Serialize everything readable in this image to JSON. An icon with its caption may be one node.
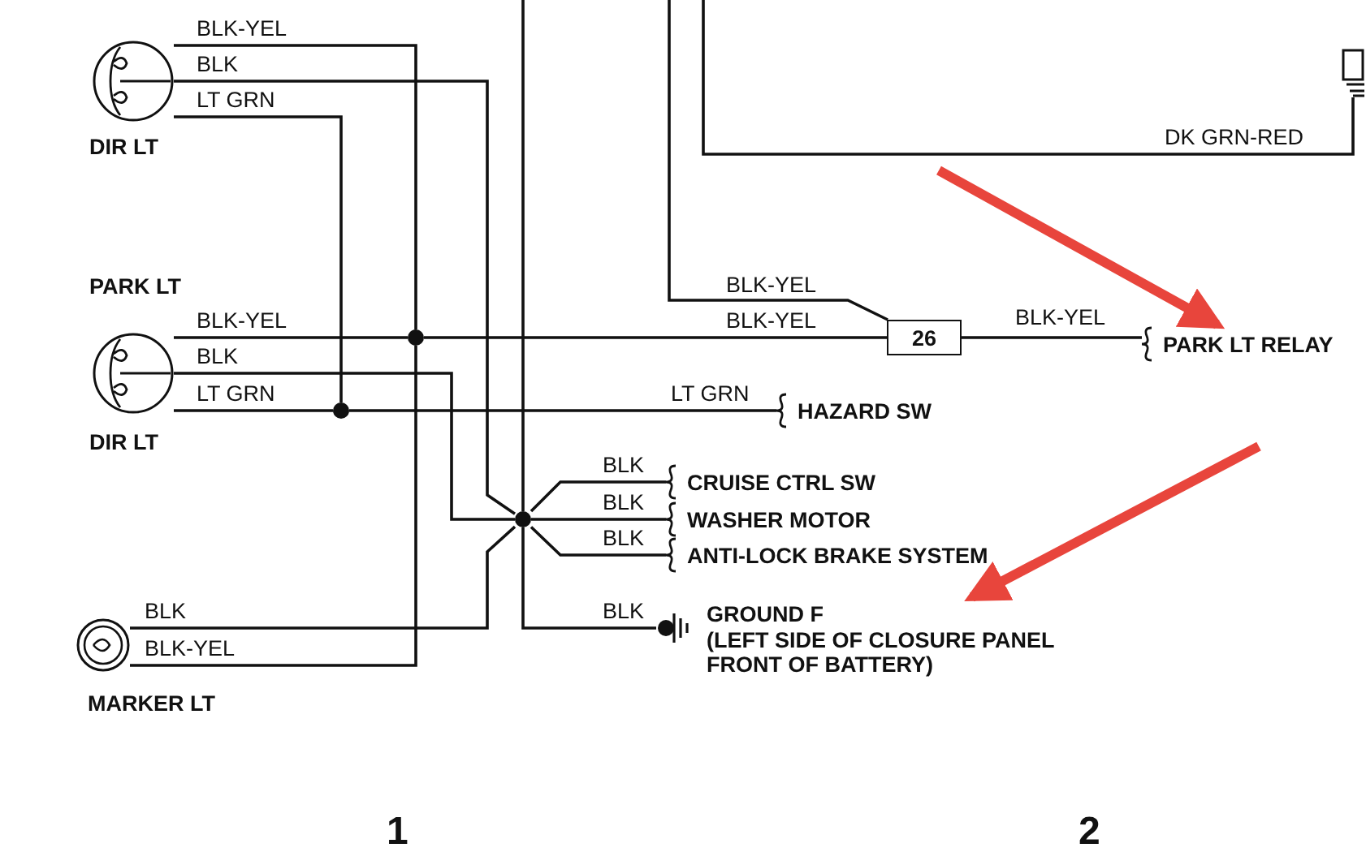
{
  "diagram": {
    "nodes": [
      {
        "text": [
          "DIR LT"
        ]
      },
      {
        "text": [
          "PARK LT",
          "DIR LT"
        ]
      },
      {
        "text": [
          "MARKER LT"
        ]
      },
      {
        "text": [
          "26"
        ]
      },
      {
        "text": [
          "PARK LT RELAY"
        ]
      },
      {
        "text": [
          "HAZARD SW"
        ]
      },
      {
        "text": [
          "CRUISE CTRL SW"
        ]
      },
      {
        "text": [
          "WASHER MOTOR"
        ]
      },
      {
        "text": [
          "ANTI-LOCK BRAKE SYSTEM"
        ]
      },
      {
        "text": [
          "GROUND F",
          "(LEFT SIDE OF CLOSURE PANEL FRONT OF BATTERY)"
        ]
      },
      {
        "text": [],
        "shape": "circle"
      },
      {
        "text": [],
        "shape": "circle"
      },
      {
        "text": [],
        "shape": "circle"
      },
      {
        "text": [],
        "shape": "box"
      }
    ],
    "edges": [
      {
        "from": 0,
        "to": 10,
        "arrow": "none",
        "label": "BLK-YEL"
      },
      {
        "from": 0,
        "to": 12,
        "arrow": "none",
        "label": "BLK"
      },
      {
        "from": 0,
        "to": 11,
        "arrow": "none",
        "label": "LT GRN"
      },
      {
        "from": 1,
        "to": 10,
        "arrow": "none",
        "label": "BLK-YEL"
      },
      {
        "from": 10,
        "to": 3,
        "arrow": "none",
        "label": "BLK-YEL"
      },
      {
        "from": 2,
        "to": 10,
        "arrow": "none",
        "label": "BLK-YEL"
      },
      {
        "from": 1,
        "to": 12,
        "arrow": "none",
        "label": "BLK"
      },
      {
        "from": 1,
        "to": 11,
        "arrow": "none",
        "label": "LT GRN"
      },
      {
        "from": 11,
        "to": 5,
        "arrow": "none",
        "label": "LT GRN"
      },
      {
        "from": 2,
        "to": 12,
        "arrow": "none",
        "label": "BLK"
      },
      {
        "from": 12,
        "to": 6,
        "arrow": "none",
        "label": "BLK"
      },
      {
        "from": 12,
        "to": 7,
        "arrow": "none",
        "label": "BLK"
      },
      {
        "from": 12,
        "to": 8,
        "arrow": "none",
        "label": "BLK"
      },
      {
        "from": 12,
        "to": 9,
        "arrow": "none",
        "label": "BLK"
      },
      {
        "from": null,
        "to": 12,
        "arrow": "none"
      },
      {
        "from": null,
        "to": 3,
        "arrow": "none",
        "label": "BLK-YEL"
      },
      {
        "from": 3,
        "to": 4,
        "arrow": "none",
        "label": "BLK-YEL"
      },
      {
        "from": null,
        "to": 13,
        "arrow": "none",
        "label": "DK GRN-RED"
      },
      {
        "from": null,
        "to": 4,
        "arrow": "to",
        "style": "thick",
        "color": "#e8453c"
      },
      {
        "from": null,
        "to": 9,
        "arrow": "to",
        "style": "thick",
        "color": "#e8453c"
      }
    ],
    "labels": [
      "1",
      "2"
    ]
  }
}
